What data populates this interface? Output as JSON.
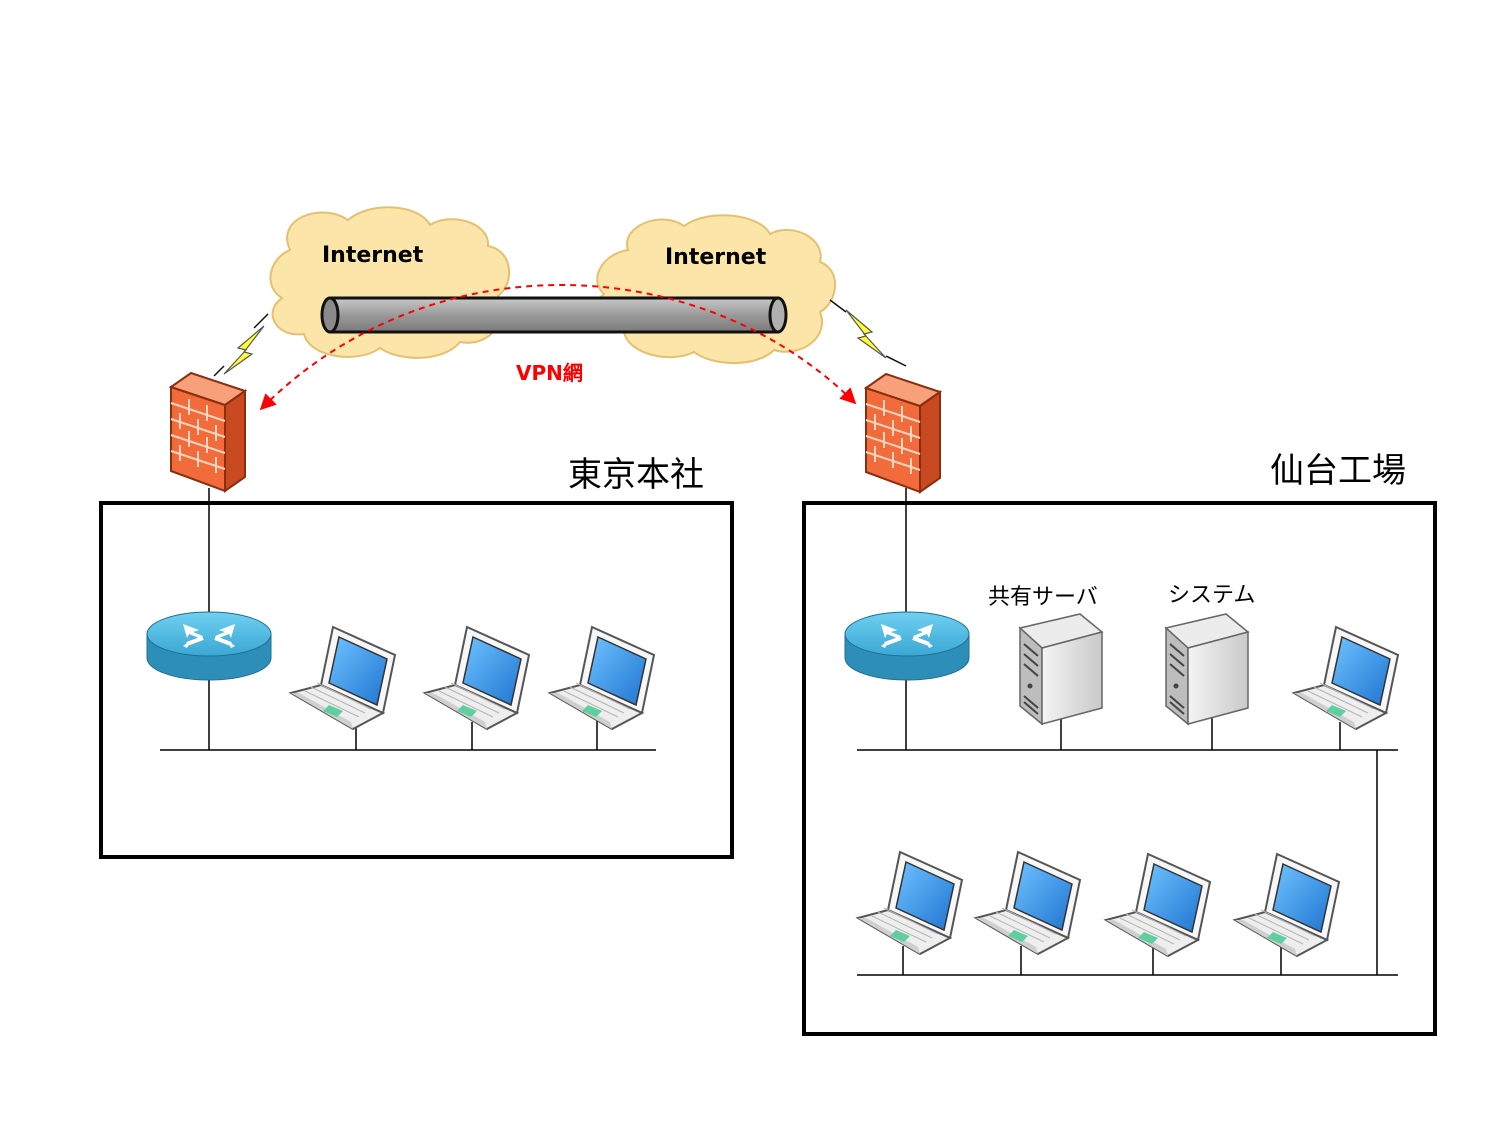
{
  "clouds": [
    {
      "label": "Internet"
    },
    {
      "label": "Internet"
    }
  ],
  "vpn": {
    "label": "VPN網",
    "color": "#ff0000"
  },
  "sites": {
    "tokyo": {
      "title": "東京本社"
    },
    "sendai": {
      "title": "仙台工場",
      "shared_server_label": "共有サーバ",
      "system_server_label": "システム"
    }
  },
  "colors": {
    "cloud_fill": "#fbe5a8",
    "cloud_stroke": "#e4c070",
    "tunnel_fill": "#a0a0a0",
    "firewall": "#f26b3a",
    "router": "#3aa7d3",
    "laptop_screen": "#2f8fe6",
    "lightning": "#ffff33"
  },
  "icons": [
    "cloud-icon",
    "firewall-icon",
    "router-icon",
    "laptop-icon",
    "server-icon",
    "lightning-icon"
  ]
}
